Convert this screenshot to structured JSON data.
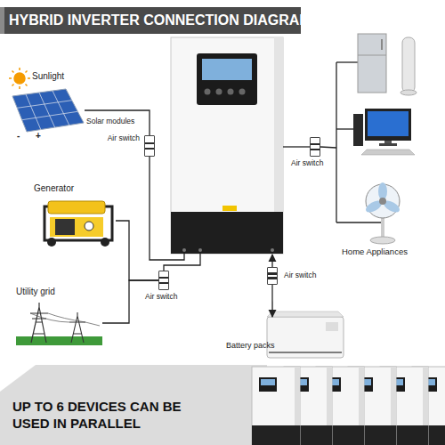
{
  "diagram": {
    "title": "HYBRID INVERTER CONNECTION DIAGRAM",
    "nodes": [
      {
        "text": [
          "Solar modules"
        ]
      },
      {
        "text": [
          "Air switch"
        ]
      },
      {
        "text": [
          "Generator"
        ]
      },
      {
        "text": [
          "Utility grid"
        ]
      },
      {
        "text": [
          "Air switch"
        ]
      },
      {
        "text": [
          "Home Appliances"
        ]
      },
      {
        "text": [
          "Air switch"
        ]
      },
      {
        "text": [
          "Air switch"
        ]
      },
      {
        "text": [
          "Battery packs"
        ]
      }
    ],
    "edges": [
      {
        "from": 0,
        "to": 1,
        "arrow": "none"
      },
      {
        "from": 2,
        "to": 4,
        "arrow": "none"
      },
      {
        "from": 3,
        "to": 4,
        "arrow": "none"
      },
      {
        "from": 6,
        "to": 5,
        "arrow": "none"
      },
      {
        "from": 7,
        "to": 8,
        "arrow": "to"
      }
    ],
    "labels": [
      "Sunlight",
      "-",
      "+",
      "UP TO 6 DEVICES CAN BE USED IN PARALLEL"
    ]
  }
}
